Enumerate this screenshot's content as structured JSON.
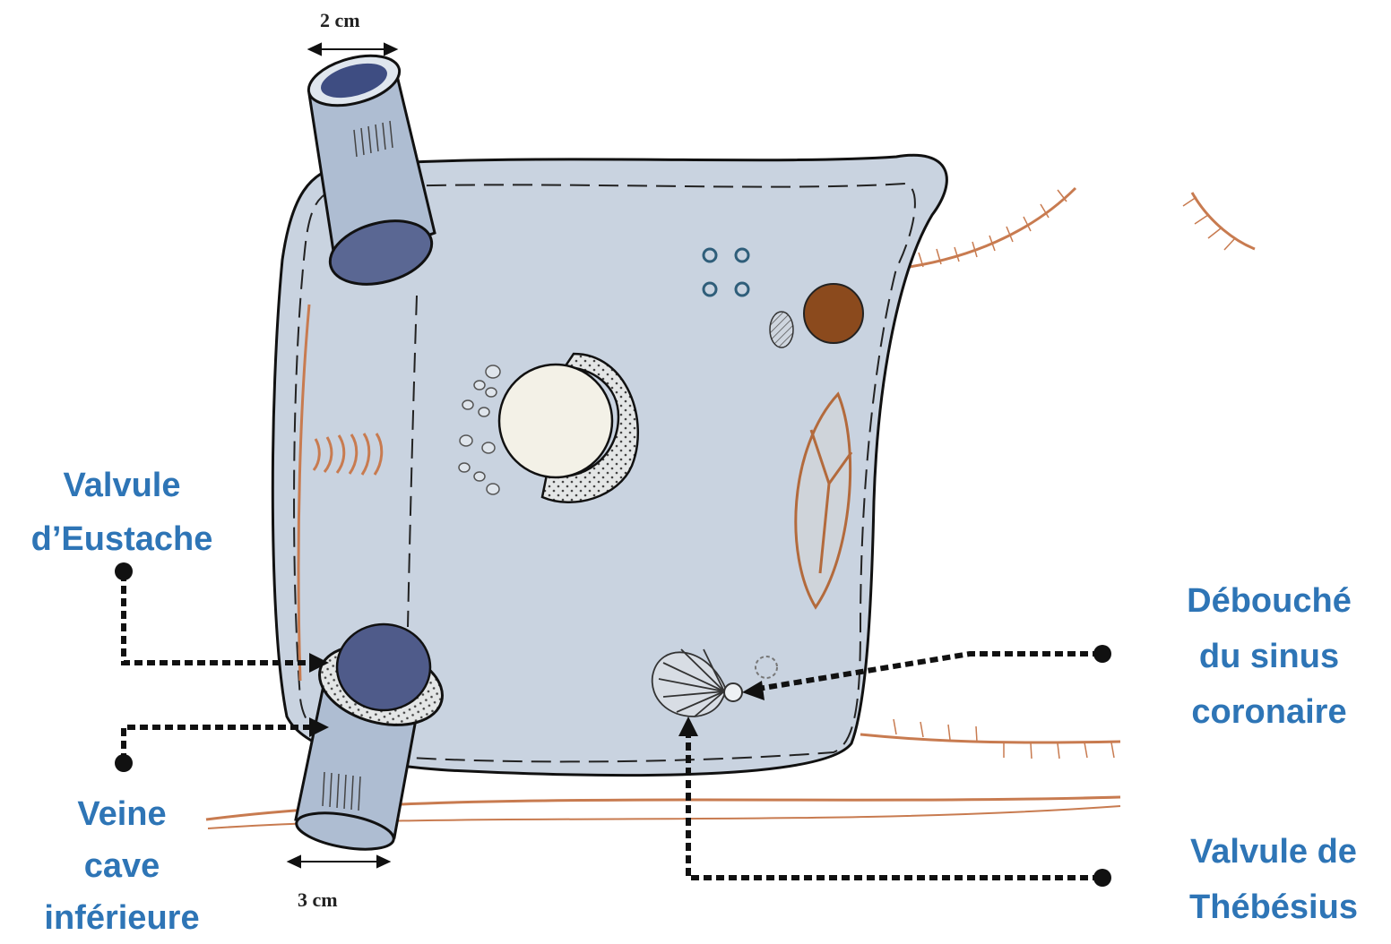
{
  "dimensions": {
    "top": "2 cm",
    "bottom": "3 cm"
  },
  "labels": {
    "eustache": [
      "Valvule",
      "d’Eustache"
    ],
    "veine_cave": [
      "Veine",
      "cave",
      "inférieure"
    ],
    "sinus": [
      "Débouché",
      "du sinus",
      "coronaire"
    ],
    "thebesius": [
      "Valvule de",
      "Thébésius"
    ]
  },
  "colors": {
    "label": "#2e75b6",
    "atrium_fill": "#c9d3e0",
    "vessel_fill": "#aebdd2",
    "vessel_lumen": "#4b5a8c",
    "muscle": "#c87b50",
    "appendage_brown": "#8b4a1d",
    "fossa": "#f3f1e7"
  }
}
